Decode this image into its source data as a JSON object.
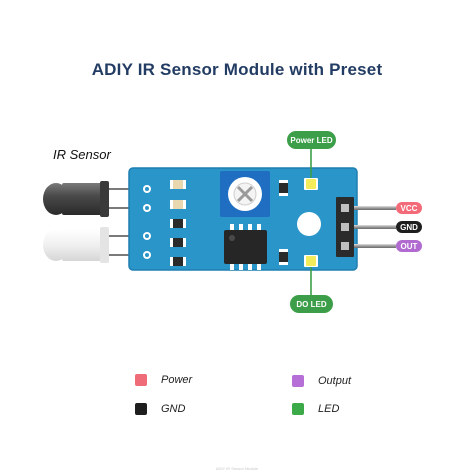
{
  "title": "ADIY IR Sensor Module with Preset",
  "ir_sensor_label": "IR Sensor",
  "callouts": {
    "power_led": "Power LED",
    "do_led": "DO LED"
  },
  "pins": [
    {
      "label": "VCC",
      "color": "#f36b78"
    },
    {
      "label": "GND",
      "color": "#1e1e1e"
    },
    {
      "label": "OUT",
      "color": "#b06ad0"
    }
  ],
  "legend": [
    {
      "label": "Power",
      "color": "#f06b78"
    },
    {
      "label": "Output",
      "color": "#b56fd6"
    },
    {
      "label": "GND",
      "color": "#1e1e1e"
    },
    {
      "label": "LED",
      "color": "#3daa4a"
    }
  ],
  "colors": {
    "board": "#2a95c9",
    "led_green": "#3c9e49",
    "title": "#233c63"
  },
  "footer": "ADIY IR Sensor Module"
}
